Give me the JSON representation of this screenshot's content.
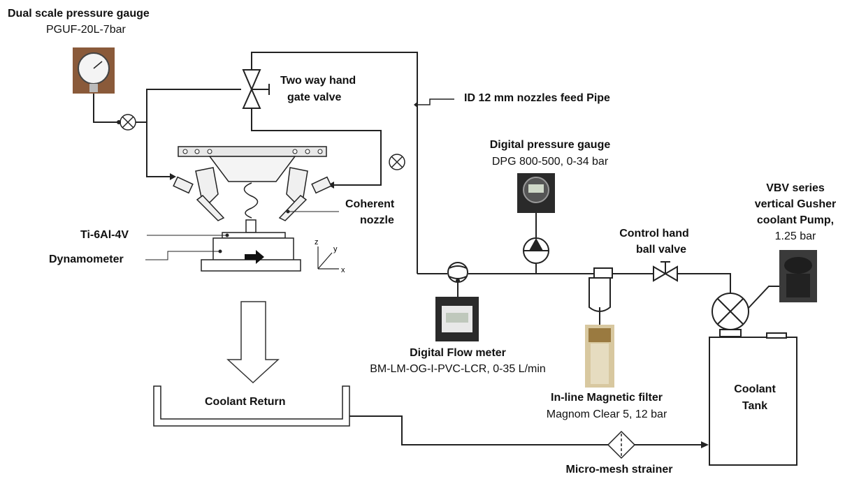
{
  "labels": {
    "dual_gauge_title": "Dual scale  pressure gauge",
    "dual_gauge_model": "PGUF-20L-7bar",
    "gate_valve_1": "Two way hand",
    "gate_valve_2": "gate valve",
    "feed_pipe": "ID 12 mm  nozzles feed  Pipe",
    "digital_gauge_title": "Digital pressure gauge",
    "digital_gauge_model": "DPG 800-500, 0-34 bar",
    "pump_1": "VBV series",
    "pump_2": "vertical  Gusher",
    "pump_3": "coolant Pump,",
    "pump_4": "1.25 bar",
    "nozzle_1": "Coherent",
    "nozzle_2": "nozzle",
    "ball_valve_1": "Control hand",
    "ball_valve_2": "ball valve",
    "workpiece": "Ti-6Al-4V",
    "dynamometer": "Dynamometer",
    "flow_meter_title": "Digital Flow meter",
    "flow_meter_model": "BM-LM-OG-I-PVC-LCR, 0-35 L/min",
    "filter_title": "In-line Magnetic filter",
    "filter_model": "Magnom Clear 5, 12 bar",
    "tank_1": "Coolant",
    "tank_2": "Tank",
    "coolant_return": "Coolant Return",
    "strainer": "Micro-mesh strainer"
  },
  "axes": {
    "z": "z",
    "y": "y",
    "x": "x"
  },
  "colors": {
    "line": "#222222",
    "photo_dark": "#2a2a2a",
    "photo_brown": "#8a5a3a",
    "filter_brass": "#b89a60"
  }
}
